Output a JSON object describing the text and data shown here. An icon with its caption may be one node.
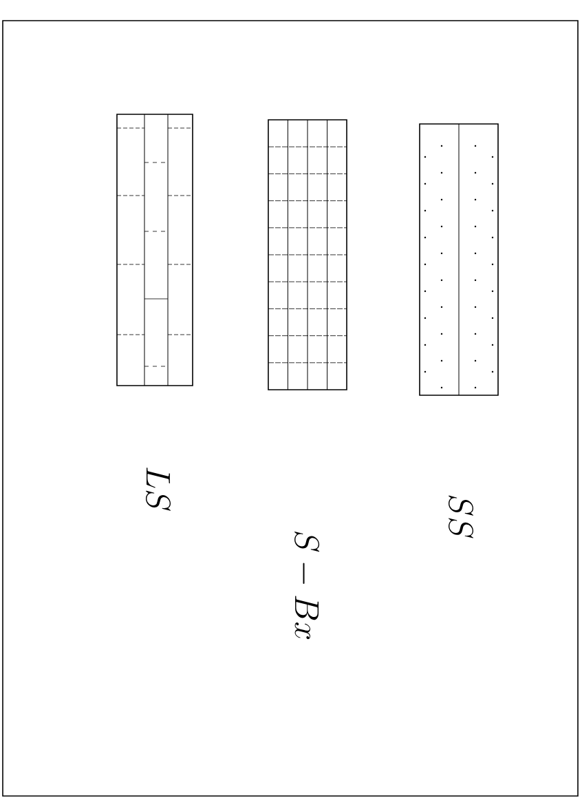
{
  "diagram": {
    "labels": [
      "LS",
      "S-Bx",
      "SS"
    ]
  }
}
